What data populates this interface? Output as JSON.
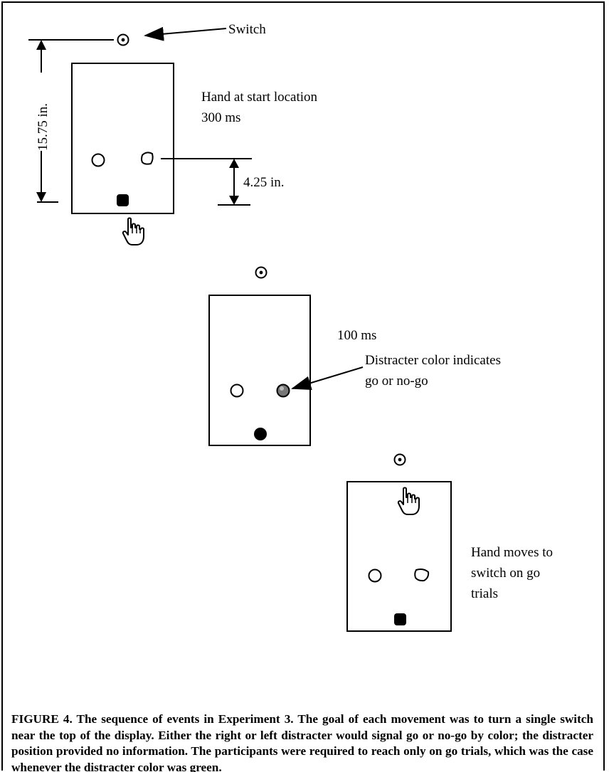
{
  "figure": {
    "labels": {
      "switch": "Switch",
      "distance_total": "15.75 in.",
      "distance_distractor": "4.25 in.",
      "panel1_desc_line1": "Hand at start location",
      "panel1_desc_line2": "300 ms",
      "panel2_time": "100 ms",
      "panel2_desc_line1": "Distracter color indicates",
      "panel2_desc_line2": "go or no-go",
      "panel3_desc_line1": "Hand moves to",
      "panel3_desc_line2": "switch on go",
      "panel3_desc_line3": "trials"
    },
    "icons": [
      "switch-icon",
      "hand-pointer-icon",
      "distractor-circle-icon",
      "start-location-dot-icon",
      "arrow-icon"
    ]
  },
  "caption": {
    "text": "FIGURE 4. The sequence of events in Experiment 3. The goal of each movement was to turn a single switch near the top of the display. Either the right or left distracter would signal go or no-go by color; the distracter position provided no information. The participants were required to reach only on go trials, which was the case whenever the distracter color was green."
  },
  "colors": {
    "ink": "#000000",
    "distractor_fill": "#777777",
    "background": "#ffffff"
  }
}
